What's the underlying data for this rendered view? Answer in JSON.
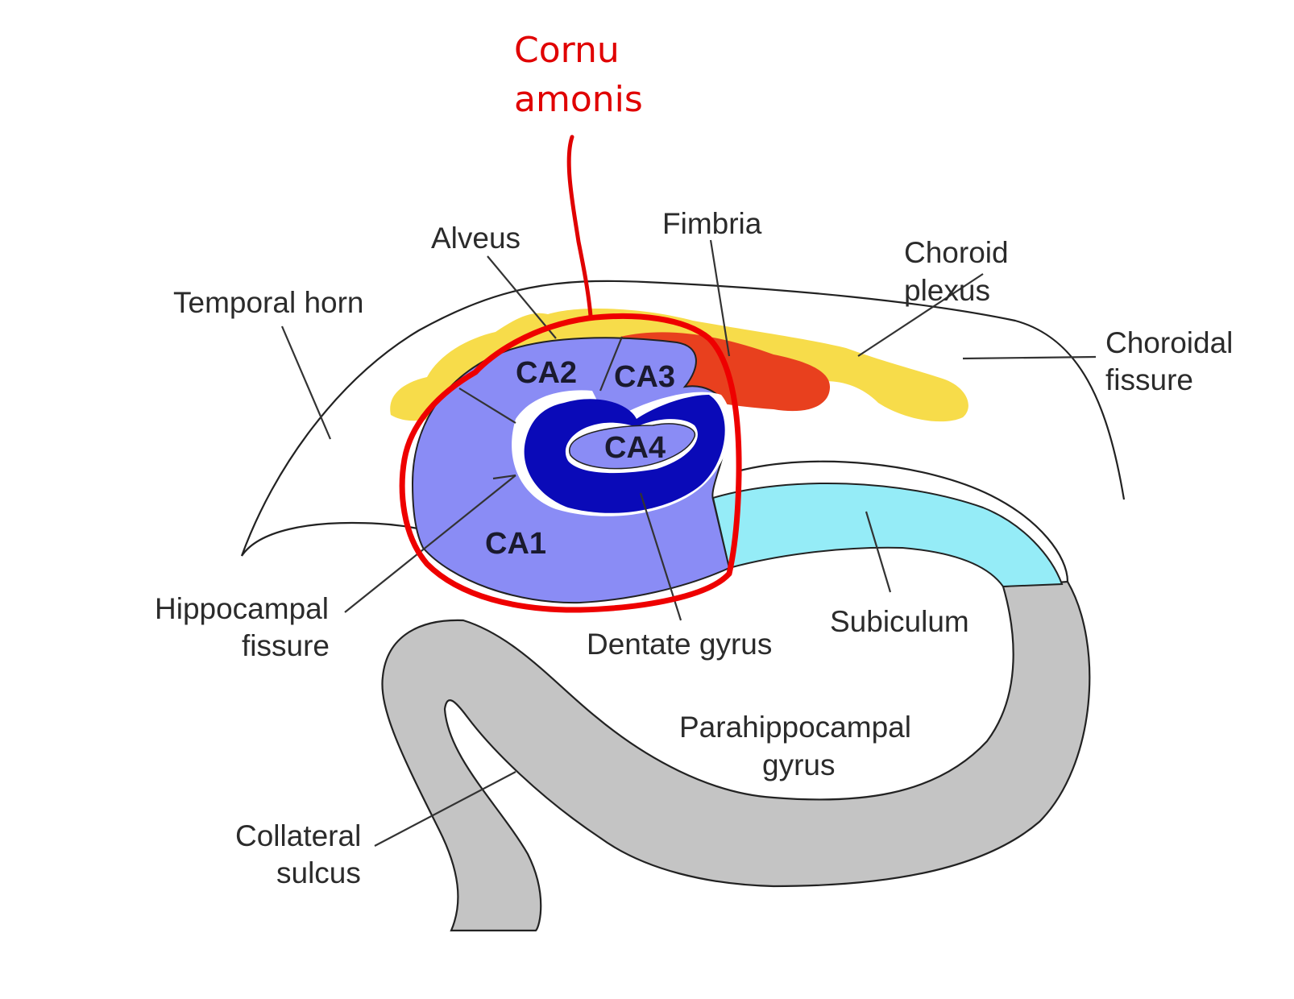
{
  "annotation": {
    "line1": "Cornu",
    "line2": "amonis"
  },
  "labels": {
    "alveus": "Alveus",
    "fimbria": "Fimbria",
    "choroid_plexus": {
      "line1": "Choroid",
      "line2": "plexus"
    },
    "temporal_horn": "Temporal horn",
    "choroidal_fissure": {
      "line1": "Choroidal",
      "line2": "fissure"
    },
    "ca2": "CA2",
    "ca3": "CA3",
    "ca4": "CA4",
    "ca1": "CA1",
    "hippocampal_fissure": {
      "line1": "Hippocampal",
      "line2": "fissure"
    },
    "dentate_gyrus": "Dentate gyrus",
    "subiculum": "Subiculum",
    "parahippocampal_gyrus": {
      "line1": "Parahippocampal",
      "line2": "gyrus"
    },
    "collateral_sulcus": {
      "line1": "Collateral",
      "line2": "sulcus"
    }
  },
  "colors": {
    "annotation_red": "#e00000",
    "alveus_yellow": "#f7dc4a",
    "fimbria_orange": "#e8401e",
    "cornu_periwinkle": "#8a8cf5",
    "dentate_navy": "#0a0ab8",
    "subiculum_cyan": "#95ecf7",
    "parahippocampal_gray": "#c4c4c4"
  }
}
